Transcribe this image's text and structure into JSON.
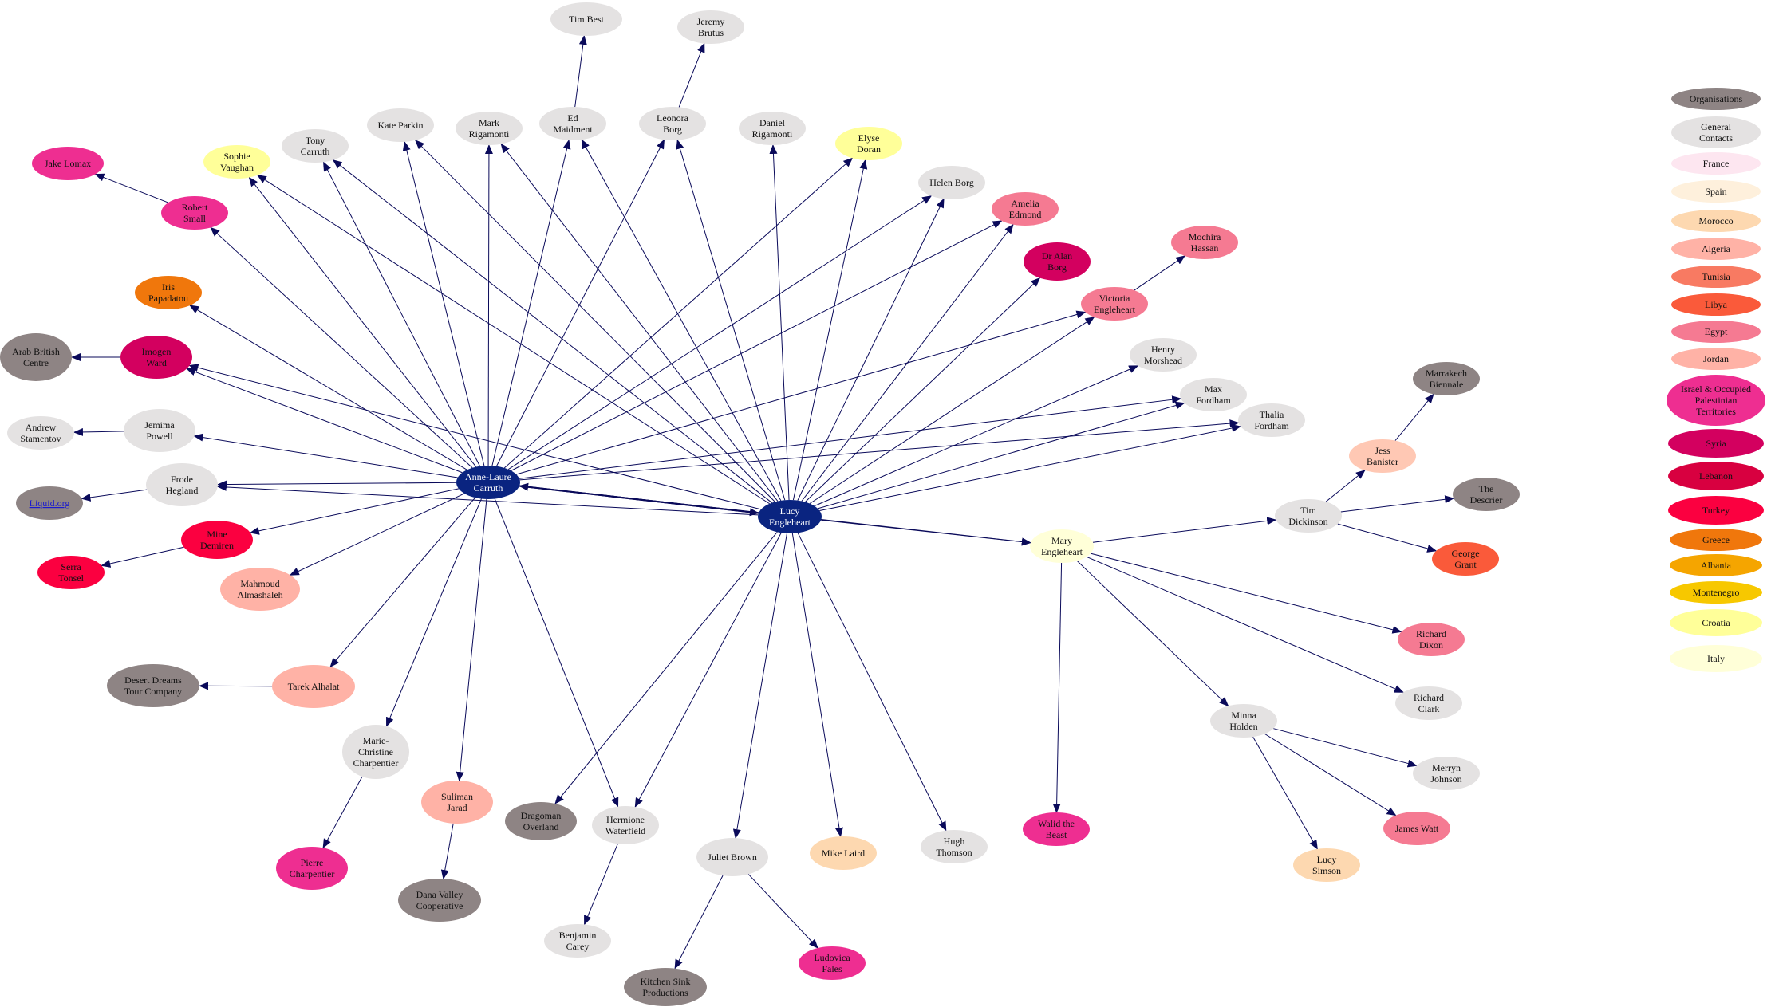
{
  "nodes": [
    {
      "id": "anne",
      "lines": [
        "Anne-Laure",
        "Carruth"
      ],
      "color": "#0a2480",
      "text_color": "#ffffff"
    },
    {
      "id": "lucy_e",
      "lines": [
        "Lucy",
        "Engleheart"
      ],
      "color": "#0a2480",
      "text_color": "#ffffff"
    },
    {
      "id": "mary",
      "lines": [
        "Mary",
        "Engleheart"
      ],
      "color": "#ffffd8"
    },
    {
      "id": "tim_best",
      "lines": [
        "Tim Best"
      ],
      "color": "#e4e2e2"
    },
    {
      "id": "jeremy",
      "lines": [
        "Jeremy",
        "Brutus"
      ],
      "color": "#e4e2e2"
    },
    {
      "id": "ed",
      "lines": [
        "Ed",
        "Maidment"
      ],
      "color": "#e4e2e2"
    },
    {
      "id": "leonora",
      "lines": [
        "Leonora",
        "Borg"
      ],
      "color": "#e4e2e2"
    },
    {
      "id": "daniel",
      "lines": [
        "Daniel",
        "Rigamonti"
      ],
      "color": "#e4e2e2"
    },
    {
      "id": "mark",
      "lines": [
        "Mark",
        "Rigamonti"
      ],
      "color": "#e4e2e2"
    },
    {
      "id": "kate",
      "lines": [
        "Kate Parkin"
      ],
      "color": "#e4e2e2"
    },
    {
      "id": "tony",
      "lines": [
        "Tony",
        "Carruth"
      ],
      "color": "#e4e2e2"
    },
    {
      "id": "sophie",
      "lines": [
        "Sophie",
        "Vaughan"
      ],
      "color": "#ffff99"
    },
    {
      "id": "elyse",
      "lines": [
        "Elyse",
        "Doran"
      ],
      "color": "#ffff99"
    },
    {
      "id": "helen",
      "lines": [
        "Helen Borg"
      ],
      "color": "#e4e2e2"
    },
    {
      "id": "amelia",
      "lines": [
        "Amelia",
        "Edmond"
      ],
      "color": "#f57a92"
    },
    {
      "id": "jake",
      "lines": [
        "Jake Lomax"
      ],
      "color": "#ee2e91"
    },
    {
      "id": "robert",
      "lines": [
        "Robert",
        "Small"
      ],
      "color": "#ee2e91"
    },
    {
      "id": "iris",
      "lines": [
        "Iris",
        "Papadatou"
      ],
      "color": "#f0770c"
    },
    {
      "id": "abc",
      "lines": [
        "Arab British",
        "Centre"
      ],
      "color": "#8e8484"
    },
    {
      "id": "imogen",
      "lines": [
        "Imogen",
        "Ward"
      ],
      "color": "#d3005f"
    },
    {
      "id": "andrew",
      "lines": [
        "Andrew",
        "Stamentov"
      ],
      "color": "#e4e2e2"
    },
    {
      "id": "jemima",
      "lines": [
        "Jemima",
        "Powell"
      ],
      "color": "#e4e2e2"
    },
    {
      "id": "liquid",
      "lines": [
        "Liquid.org"
      ],
      "color": "#8e8484",
      "text_color": "#1a1ad0",
      "underline": true
    },
    {
      "id": "frode",
      "lines": [
        "Frode",
        "Hegland"
      ],
      "color": "#e4e2e2"
    },
    {
      "id": "mine",
      "lines": [
        "Mine",
        "Demiren"
      ],
      "color": "#fb0040"
    },
    {
      "id": "serra",
      "lines": [
        "Serra",
        "Tonsel"
      ],
      "color": "#fb0040"
    },
    {
      "id": "mahmoud",
      "lines": [
        "Mahmoud",
        "Almashaleh"
      ],
      "color": "#ffb2a6"
    },
    {
      "id": "desert",
      "lines": [
        "Desert Dreams",
        "Tour Company"
      ],
      "color": "#8e8484"
    },
    {
      "id": "tarek",
      "lines": [
        "Tarek Alhalat"
      ],
      "color": "#ffb2a6"
    },
    {
      "id": "marie",
      "lines": [
        "Marie-",
        "Christine",
        "Charpentier"
      ],
      "color": "#e4e2e2"
    },
    {
      "id": "pierre",
      "lines": [
        "Pierre",
        "Charpentier"
      ],
      "color": "#ee2e91"
    },
    {
      "id": "suliman",
      "lines": [
        "Suliman",
        "Jarad"
      ],
      "color": "#ffb2a6"
    },
    {
      "id": "dana",
      "lines": [
        "Dana Valley",
        "Cooperative"
      ],
      "color": "#8e8484"
    },
    {
      "id": "dragoman",
      "lines": [
        "Dragoman",
        "Overland"
      ],
      "color": "#8e8484"
    },
    {
      "id": "hermione",
      "lines": [
        "Hermione",
        "Waterfield"
      ],
      "color": "#e4e2e2"
    },
    {
      "id": "benjamin",
      "lines": [
        "Benjamin",
        "Carey"
      ],
      "color": "#e4e2e2"
    },
    {
      "id": "juliet",
      "lines": [
        "Juliet Brown"
      ],
      "color": "#e4e2e2"
    },
    {
      "id": "kitchen",
      "lines": [
        "Kitchen Sink",
        "Productions"
      ],
      "color": "#8e8484"
    },
    {
      "id": "ludovica",
      "lines": [
        "Ludovica",
        "Fales"
      ],
      "color": "#ee2e91"
    },
    {
      "id": "mike",
      "lines": [
        "Mike Laird"
      ],
      "color": "#fdd8b0"
    },
    {
      "id": "hugh",
      "lines": [
        "Hugh",
        "Thomson"
      ],
      "color": "#e4e2e2"
    },
    {
      "id": "walid",
      "lines": [
        "Walid the",
        "Beast"
      ],
      "color": "#ee2e91"
    },
    {
      "id": "dralan",
      "lines": [
        "Dr Alan",
        "Borg"
      ],
      "color": "#d3005f"
    },
    {
      "id": "mochira",
      "lines": [
        "Mochira",
        "Hassan"
      ],
      "color": "#f57a92"
    },
    {
      "id": "victoria",
      "lines": [
        "Victoria",
        "Engleheart"
      ],
      "color": "#f57a92"
    },
    {
      "id": "henry",
      "lines": [
        "Henry",
        "Morshead"
      ],
      "color": "#e4e2e2"
    },
    {
      "id": "max",
      "lines": [
        "Max",
        "Fordham"
      ],
      "color": "#e4e2e2"
    },
    {
      "id": "thalia",
      "lines": [
        "Thalia",
        "Fordham"
      ],
      "color": "#e4e2e2"
    },
    {
      "id": "marrakech",
      "lines": [
        "Marrakech",
        "Biennale"
      ],
      "color": "#8e8484"
    },
    {
      "id": "jess",
      "lines": [
        "Jess",
        "Banister"
      ],
      "color": "#ffc8b4"
    },
    {
      "id": "descrier",
      "lines": [
        "The",
        "Descrier"
      ],
      "color": "#8e8484"
    },
    {
      "id": "tim_d",
      "lines": [
        "Tim",
        "Dickinson"
      ],
      "color": "#e4e2e2"
    },
    {
      "id": "george",
      "lines": [
        "George",
        "Grant"
      ],
      "color": "#fa5a3a"
    },
    {
      "id": "richard_d",
      "lines": [
        "Richard",
        "Dixon"
      ],
      "color": "#f57a92"
    },
    {
      "id": "richard_c",
      "lines": [
        "Richard",
        "Clark"
      ],
      "color": "#e4e2e2"
    },
    {
      "id": "minna",
      "lines": [
        "Minna",
        "Holden"
      ],
      "color": "#e4e2e2"
    },
    {
      "id": "merryn",
      "lines": [
        "Merryn",
        "Johnson"
      ],
      "color": "#e4e2e2"
    },
    {
      "id": "james",
      "lines": [
        "James Watt"
      ],
      "color": "#f57a92"
    },
    {
      "id": "lucy_s",
      "lines": [
        "Lucy",
        "Simson"
      ],
      "color": "#fdd8b0"
    }
  ],
  "edges": [
    [
      "anne",
      "lucy_e"
    ],
    [
      "lucy_e",
      "anne"
    ],
    [
      "anne",
      "mary"
    ],
    [
      "lucy_e",
      "mary"
    ],
    [
      "ed",
      "tim_best"
    ],
    [
      "leonora",
      "jeremy"
    ],
    [
      "anne",
      "ed"
    ],
    [
      "anne",
      "leonora"
    ],
    [
      "anne",
      "mark"
    ],
    [
      "anne",
      "kate"
    ],
    [
      "anne",
      "tony"
    ],
    [
      "anne",
      "sophie"
    ],
    [
      "anne",
      "elyse"
    ],
    [
      "anne",
      "helen"
    ],
    [
      "anne",
      "amelia"
    ],
    [
      "anne",
      "robert"
    ],
    [
      "anne",
      "iris"
    ],
    [
      "anne",
      "imogen"
    ],
    [
      "anne",
      "jemima"
    ],
    [
      "anne",
      "frode"
    ],
    [
      "anne",
      "mine"
    ],
    [
      "anne",
      "mahmoud"
    ],
    [
      "anne",
      "tarek"
    ],
    [
      "anne",
      "marie"
    ],
    [
      "anne",
      "suliman"
    ],
    [
      "anne",
      "hermione"
    ],
    [
      "anne",
      "victoria"
    ],
    [
      "anne",
      "max"
    ],
    [
      "anne",
      "thalia"
    ],
    [
      "lucy_e",
      "ed"
    ],
    [
      "lucy_e",
      "leonora"
    ],
    [
      "lucy_e",
      "daniel"
    ],
    [
      "lucy_e",
      "mark"
    ],
    [
      "lucy_e",
      "kate"
    ],
    [
      "lucy_e",
      "tony"
    ],
    [
      "lucy_e",
      "sophie"
    ],
    [
      "lucy_e",
      "elyse"
    ],
    [
      "lucy_e",
      "helen"
    ],
    [
      "lucy_e",
      "amelia"
    ],
    [
      "lucy_e",
      "dralan"
    ],
    [
      "lucy_e",
      "victoria"
    ],
    [
      "lucy_e",
      "henry"
    ],
    [
      "lucy_e",
      "max"
    ],
    [
      "lucy_e",
      "thalia"
    ],
    [
      "lucy_e",
      "imogen"
    ],
    [
      "lucy_e",
      "frode"
    ],
    [
      "lucy_e",
      "dragoman"
    ],
    [
      "lucy_e",
      "hermione"
    ],
    [
      "lucy_e",
      "juliet"
    ],
    [
      "lucy_e",
      "mike"
    ],
    [
      "lucy_e",
      "hugh"
    ],
    [
      "robert",
      "jake"
    ],
    [
      "imogen",
      "abc"
    ],
    [
      "jemima",
      "andrew"
    ],
    [
      "frode",
      "liquid"
    ],
    [
      "mine",
      "serra"
    ],
    [
      "tarek",
      "desert"
    ],
    [
      "marie",
      "pierre"
    ],
    [
      "suliman",
      "dana"
    ],
    [
      "hermione",
      "benjamin"
    ],
    [
      "juliet",
      "kitchen"
    ],
    [
      "juliet",
      "ludovica"
    ],
    [
      "victoria",
      "mochira"
    ],
    [
      "mary",
      "tim_d"
    ],
    [
      "mary",
      "richard_d"
    ],
    [
      "mary",
      "richard_c"
    ],
    [
      "mary",
      "minna"
    ],
    [
      "mary",
      "walid"
    ],
    [
      "tim_d",
      "jess"
    ],
    [
      "jess",
      "marrakech"
    ],
    [
      "tim_d",
      "descrier"
    ],
    [
      "tim_d",
      "george"
    ],
    [
      "minna",
      "merryn"
    ],
    [
      "minna",
      "james"
    ],
    [
      "minna",
      "lucy_s"
    ]
  ],
  "legend": [
    {
      "label": "Organisations",
      "color": "#8e8484"
    },
    {
      "label": "General Contacts",
      "lines": [
        "General",
        "Contacts"
      ],
      "color": "#e4e2e2"
    },
    {
      "label": "France",
      "color": "#fde6f0"
    },
    {
      "label": "Spain",
      "color": "#fef0dc"
    },
    {
      "label": "Morocco",
      "color": "#fdd8b0"
    },
    {
      "label": "Algeria",
      "color": "#ffb2a6"
    },
    {
      "label": "Tunisia",
      "color": "#f87a62"
    },
    {
      "label": "Libya",
      "color": "#fa5a3a"
    },
    {
      "label": "Egypt",
      "color": "#f57a92"
    },
    {
      "label": "Jordan",
      "color": "#ffb2a6"
    },
    {
      "label": "Israel & Occupied Palestinian Territories",
      "lines": [
        "Israel & Occupied",
        "Palestinian",
        "Territories"
      ],
      "color": "#ee2e91"
    },
    {
      "label": "Syria",
      "color": "#d3005f"
    },
    {
      "label": "Lebanon",
      "color": "#d80040"
    },
    {
      "label": "Turkey",
      "color": "#fb0040"
    },
    {
      "label": "Greece",
      "color": "#f0770c"
    },
    {
      "label": "Albania",
      "color": "#f5a500"
    },
    {
      "label": "Montenegro",
      "color": "#f7c800"
    },
    {
      "label": "Croatia",
      "color": "#ffff99"
    },
    {
      "label": "Italy",
      "color": "#ffffd8"
    }
  ]
}
